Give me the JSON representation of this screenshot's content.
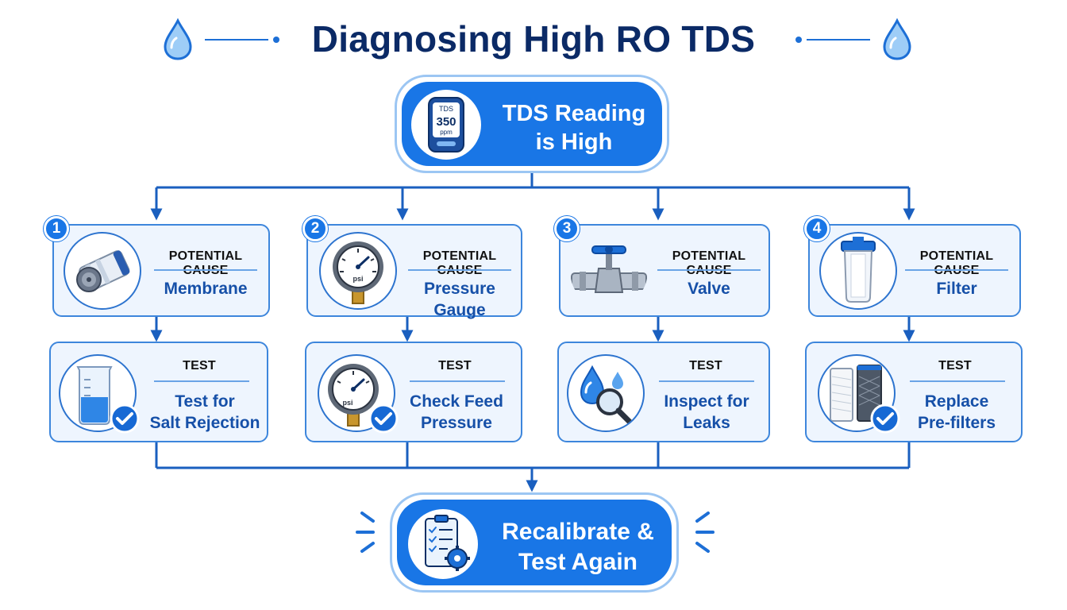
{
  "title": "Diagnosing High RO TDS",
  "start": {
    "line1": "TDS Reading",
    "line2": "is High",
    "meter": {
      "label": "TDS",
      "value": "350",
      "unit": "ppm"
    }
  },
  "branches": [
    {
      "number": "1",
      "cause_label": "POTENTIAL CAUSE",
      "cause": "Membrane",
      "cause_icon": "membrane-icon",
      "test_label": "TEST",
      "test_line1": "Test for",
      "test_line2": "Salt Rejection",
      "test_icon": "beaker-icon"
    },
    {
      "number": "2",
      "cause_label": "POTENTIAL CAUSE",
      "cause": "Pressure Gauge",
      "cause_icon": "pressure-gauge-icon",
      "gauge_unit": "psi",
      "test_label": "TEST",
      "test_line1": "Check Feed",
      "test_line2": "Pressure",
      "test_icon": "pressure-gauge-icon"
    },
    {
      "number": "3",
      "cause_label": "POTENTIAL CAUSE",
      "cause": "Valve",
      "cause_icon": "valve-icon",
      "test_label": "TEST",
      "test_line1": "Inspect for",
      "test_line2": "Leaks",
      "test_icon": "leak-magnifier-icon"
    },
    {
      "number": "4",
      "cause_label": "POTENTIAL CAUSE",
      "cause": "Filter",
      "cause_icon": "filter-housing-icon",
      "test_label": "TEST",
      "test_line1": "Replace",
      "test_line2": "Pre-filters",
      "test_icon": "pre-filter-cartridges-icon"
    }
  ],
  "end": {
    "line1": "Recalibrate &",
    "line2": "Test Again"
  },
  "colors": {
    "primary": "#1976e6",
    "navy": "#0b2a66",
    "card_bg": "#eef5fe",
    "card_border": "#3d86dc",
    "connector": "#1a5fbf"
  }
}
